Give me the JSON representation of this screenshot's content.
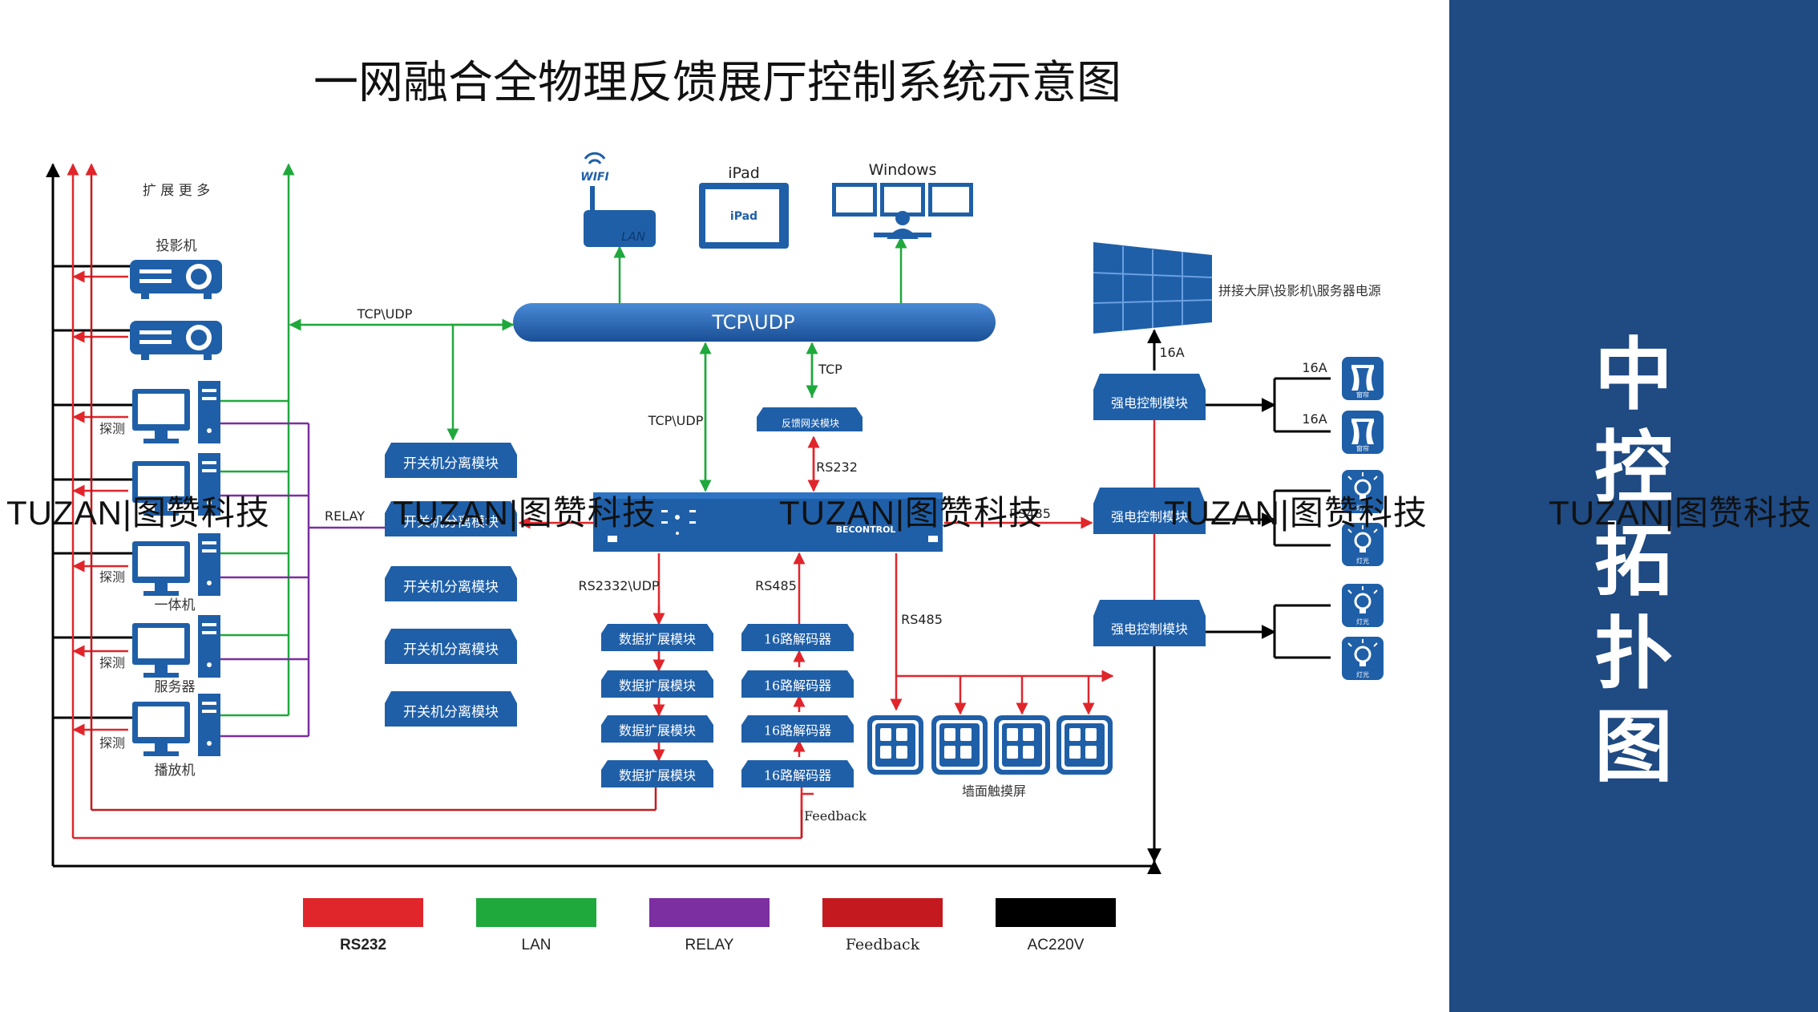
{
  "title": "一网融合全物理反馈展厅控制系统示意图",
  "side_title": [
    "中",
    "控",
    "拓",
    "扑",
    "图"
  ],
  "watermark": "TUZAN|图赞科技",
  "colors": {
    "rs232": "#e0252b",
    "lan": "#1fa83c",
    "relay": "#7b2fa0",
    "feedback": "#c41a1f",
    "ac220v": "#000000",
    "device_blue": "#1f5fa8",
    "side_panel": "#1f4a82"
  },
  "left": {
    "expand_label": "扩 展 更 多",
    "projector_label": "投影机",
    "probe_label": "探测",
    "all_in_one_label": "一体机",
    "server_label": "服务器",
    "player_label": "播放机"
  },
  "network": {
    "wifi_label": "WIFI",
    "lan_label": "LAN",
    "ipad_label": "iPad",
    "ipad_screen_label": "iPad",
    "windows_label": "Windows",
    "bus_label": "TCP\\UDP"
  },
  "links": {
    "tcpudp_left": "TCP\\UDP",
    "tcpudp_center": "TCP\\UDP",
    "tcp": "TCP",
    "rs232": "RS232",
    "relay": "RELAY",
    "rs485_right": "RS485",
    "rs2332udp": "RS2332\\UDP",
    "rs485_mid": "RS485",
    "rs485_low": "RS485",
    "feedback": "Feedback",
    "amp_16a_screen": "16A",
    "amp_16a_1": "16A",
    "amp_16a_2": "16A"
  },
  "devices": {
    "feedback_gateway": "反馈网关模块",
    "central_controller": "BECONTROL",
    "switch_modules": [
      "开关机分离模块",
      "开关机分离模块",
      "开关机分离模块",
      "开关机分离模块",
      "开关机分离模块"
    ],
    "data_modules": [
      "数据扩展模块",
      "数据扩展模块",
      "数据扩展模块",
      "数据扩展模块"
    ],
    "decoders": [
      "16路解码器",
      "16路解码器",
      "16路解码器",
      "16路解码器"
    ],
    "power_modules": [
      "强电控制模块",
      "强电控制模块",
      "强电控制模块"
    ],
    "screen_label": "拼接大屏\\投影机\\服务器电源",
    "touch_panel_label": "墙面触摸屏",
    "curtain_labels": [
      "窗帘",
      "窗帘"
    ],
    "light_labels": [
      "灯光",
      "灯光",
      "灯光",
      "灯光"
    ]
  },
  "legend": [
    {
      "label": "RS232",
      "color": "#e0252b"
    },
    {
      "label": "LAN",
      "color": "#1fa83c"
    },
    {
      "label": "RELAY",
      "color": "#7b2fa0"
    },
    {
      "label": "Feedback",
      "color": "#c41a1f"
    },
    {
      "label": "AC220V",
      "color": "#000000"
    }
  ]
}
